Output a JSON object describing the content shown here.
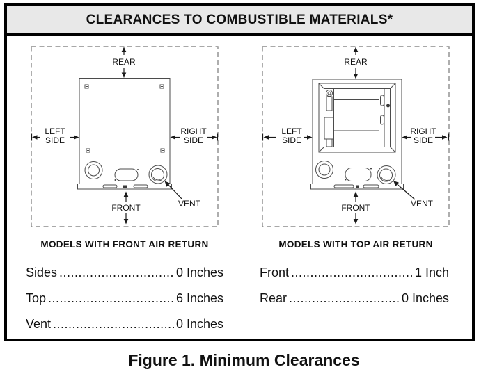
{
  "header": {
    "title": "CLEARANCES TO COMBUSTIBLE MATERIALS*"
  },
  "diagram_labels": {
    "rear": "REAR",
    "front": "FRONT",
    "left_side_line1": "LEFT",
    "left_side_line2": "SIDE",
    "right_side_line1": "RIGHT",
    "right_side_line2": "SIDE",
    "vent": "VENT"
  },
  "panels": {
    "left": {
      "caption": "MODELS WITH FRONT AIR RETURN"
    },
    "right": {
      "caption": "MODELS WITH TOP AIR RETURN"
    }
  },
  "clearances": {
    "left": [
      {
        "label": "Sides",
        "value": "0 Inches"
      },
      {
        "label": "Top",
        "value": "6 Inches"
      },
      {
        "label": "Vent",
        "value": "0 Inches"
      }
    ],
    "right": [
      {
        "label": "Front",
        "value": "1 Inch"
      },
      {
        "label": "Rear",
        "value": "0 Inches"
      }
    ]
  },
  "leader_dots": "....................................................................................................",
  "figure_caption": "Figure 1. Minimum Clearances",
  "colors": {
    "header_bg": "#e8e8e8",
    "border": "#000000",
    "dashed_boundary": "#8c8c8c",
    "line_art": "#4b4b4b",
    "text": "#111111"
  }
}
